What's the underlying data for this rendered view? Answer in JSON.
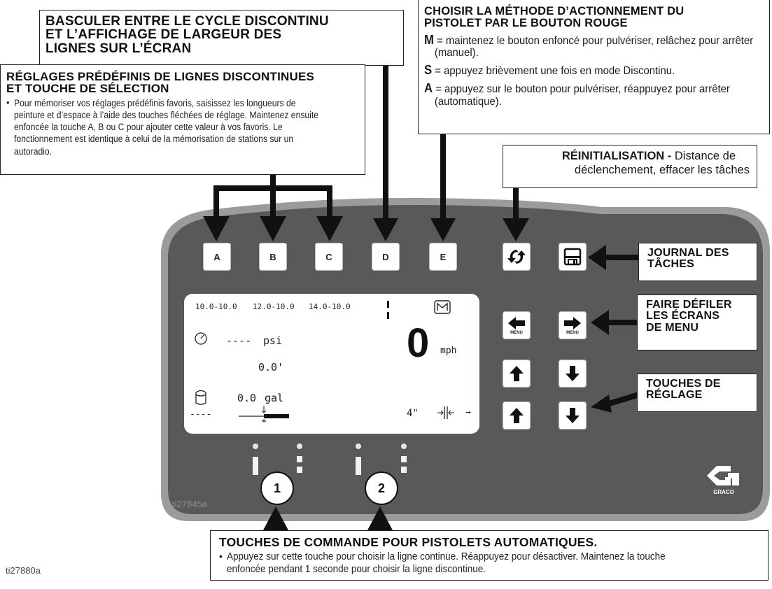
{
  "callouts": {
    "toggle": {
      "title_line1": "BASCULER ENTRE LE CYCLE DISCONTINU",
      "title_line2": "ET L’AFFICHAGE DE LARGEUR DES",
      "title_line3": "LIGNES SUR L’ÉCRAN"
    },
    "presets": {
      "title_line1": "RÉGLAGES PRÉDÉFINIS DE LIGNES DISCONTINUES",
      "title_line2": "ET TOUCHE DE SÉLECTION",
      "bullet": "•",
      "body": "Pour mémoriser vos réglages prédéfinis favoris, saisissez les longueurs de peinture et d’espace à l’aide des touches fléchées de réglage. Maintenez ensuite enfoncée la touche A, B ou C pour ajouter cette valeur à vos favoris. Le fonctionnement est identique à celui de la mémorisation de stations sur un autoradio."
    },
    "method": {
      "title_line1": "CHOISIR LA MÉTHODE D’ACTIONNEMENT DU",
      "title_line2": "PISTOLET PAR LE BOUTON ROUGE",
      "m_key": "M",
      "m_text": " = maintenez le bouton enfoncé pour pulvériser, relâchez pour arrêter (manuel).",
      "s_key": "S",
      "s_text": " = appuyez brièvement une fois en mode Discontinu.",
      "a_key": "A",
      "a_text": " = appuyez sur le bouton pour pulvériser, réappuyez pour arrêter (automatique)."
    },
    "reset": {
      "bold": "RÉINITIALISATION -",
      "text_line1": " Distance de",
      "text_line2": "déclenchement, effacer les tâches"
    },
    "journal": {
      "line1": "JOURNAL DES",
      "line2": "TÂCHES"
    },
    "scroll": {
      "line1": "FAIRE DÉFILER",
      "line2": "LES ÉCRANS",
      "line3": "DE MENU"
    },
    "adjust": {
      "line1": "TOUCHES DE",
      "line2": "RÉGLAGE"
    },
    "guns": {
      "title": "TOUCHES DE COMMANDE POUR PISTOLETS AUTOMATIQUES.",
      "bullet": "•",
      "body": "Appuyez sur cette touche pour choisir la ligne continue. Réappuyez pour désactiver. Maintenez la touche enfoncée pendant 1 seconde pour choisir la ligne discontinue."
    }
  },
  "keys": {
    "a": "A",
    "b": "B",
    "c": "C",
    "d": "D",
    "e": "E",
    "menu_left": "MENU",
    "menu_right": "MENU"
  },
  "lcd": {
    "preset1": "10.0-10.0",
    "preset2": "12.0-10.0",
    "preset3": "14.0-10.0",
    "pressure_value": "----",
    "pressure_unit": "psi",
    "distance": "0.0'",
    "speed": "0",
    "speed_unit": "mph",
    "volume_value": "0.0",
    "volume_unit": "gal",
    "line_left": "----",
    "width": "4\"",
    "arrow": "→"
  },
  "gun_buttons": {
    "one": "1",
    "two": "2"
  },
  "brand": "GRACO",
  "device_id": "ti27845a",
  "figure_id": "ti27880a",
  "colors": {
    "panel": "#58595b",
    "panel_border": "#9a9b9d",
    "face": "#4a4b4d",
    "text": "#222222"
  }
}
